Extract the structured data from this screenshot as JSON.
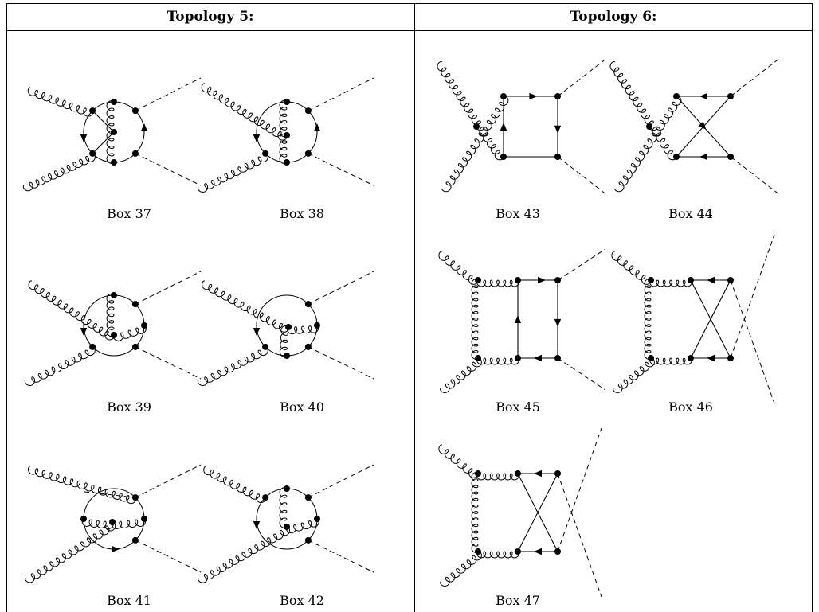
{
  "table": {
    "columns": [
      {
        "header": "Topology 5:",
        "diagrams": [
          {
            "label": "Box 37"
          },
          {
            "label": "Box 38"
          },
          {
            "label": "Box 39"
          },
          {
            "label": "Box 40"
          },
          {
            "label": "Box 41"
          },
          {
            "label": "Box 42"
          }
        ]
      },
      {
        "header": "Topology 6:",
        "diagrams": [
          {
            "label": "Box 43"
          },
          {
            "label": "Box 44"
          },
          {
            "label": "Box 45"
          },
          {
            "label": "Box 46"
          },
          {
            "label": "Box 47"
          }
        ]
      }
    ]
  }
}
